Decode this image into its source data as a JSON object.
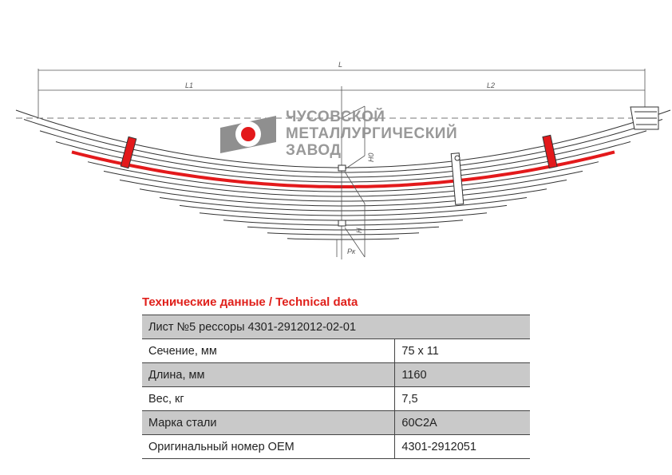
{
  "drawing": {
    "labels": {
      "L": "L",
      "L1": "L1",
      "L2": "L2",
      "H0": "H0",
      "H": "H",
      "P": "Pк"
    },
    "highlight_color": "#e3191b"
  },
  "logo": {
    "line1": "ЧУСОВСКОЙ",
    "line2": "МЕТАЛЛУРГИЧЕСКИЙ",
    "line3": "ЗАВОД"
  },
  "section_title": "Технические данные / Technical data",
  "table": {
    "header": "Лист №5 рессоры 4301-2912012-02-01",
    "rows": [
      {
        "label": "Сечение, мм",
        "value": "75 x 11"
      },
      {
        "label": "Длина, мм",
        "value": "1160"
      },
      {
        "label": "Вес, кг",
        "value": "7,5"
      },
      {
        "label": "Марка стали",
        "value": "60С2А"
      },
      {
        "label": "Оригинальный номер OEM",
        "value": "4301-2912051"
      }
    ]
  }
}
